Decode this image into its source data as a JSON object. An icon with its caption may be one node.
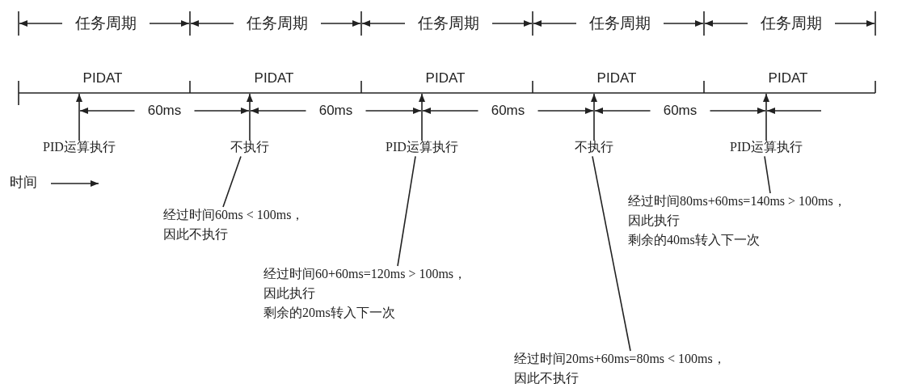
{
  "diagram": {
    "nodes": [
      {
        "text": [
          "PID运算执行"
        ]
      },
      {
        "text": [
          "不执行"
        ]
      },
      {
        "text": [
          "PID运算执行"
        ]
      },
      {
        "text": [
          "不执行"
        ]
      },
      {
        "text": [
          "PID运算执行"
        ]
      },
      {
        "text": [
          "经过时间60ms < 100ms，",
          "因此不执行"
        ]
      },
      {
        "text": [
          "经过时间60+60ms=120ms > 100ms，",
          "因此执行",
          "剩余的20ms转入下一次"
        ]
      },
      {
        "text": [
          "经过时间20ms+60ms=80ms < 100ms，",
          "因此不执行"
        ]
      },
      {
        "text": [
          "经过时间80ms+60ms=140ms > 100ms，",
          "因此执行",
          "剩余的40ms转入下一次"
        ]
      },
      {
        "text": [],
        "shape": "bar"
      }
    ],
    "edges": [
      {
        "from": 0,
        "to": 9,
        "arrow": "to"
      },
      {
        "from": 1,
        "to": 9,
        "arrow": "to"
      },
      {
        "from": 2,
        "to": 9,
        "arrow": "to"
      },
      {
        "from": 3,
        "to": 9,
        "arrow": "to"
      },
      {
        "from": 4,
        "to": 9,
        "arrow": "to"
      },
      {
        "from": 5,
        "to": 1,
        "arrow": "none"
      },
      {
        "from": 6,
        "to": 2,
        "arrow": "none"
      },
      {
        "from": 7,
        "to": 3,
        "arrow": "none"
      },
      {
        "from": 8,
        "to": 4,
        "arrow": "none"
      }
    ],
    "labels": [
      "任务周期",
      "任务周期",
      "任务周期",
      "任务周期",
      "任务周期",
      "PIDAT",
      "PIDAT",
      "PIDAT",
      "PIDAT",
      "PIDAT",
      "60ms",
      "60ms",
      "60ms",
      "60ms",
      "时间"
    ]
  }
}
